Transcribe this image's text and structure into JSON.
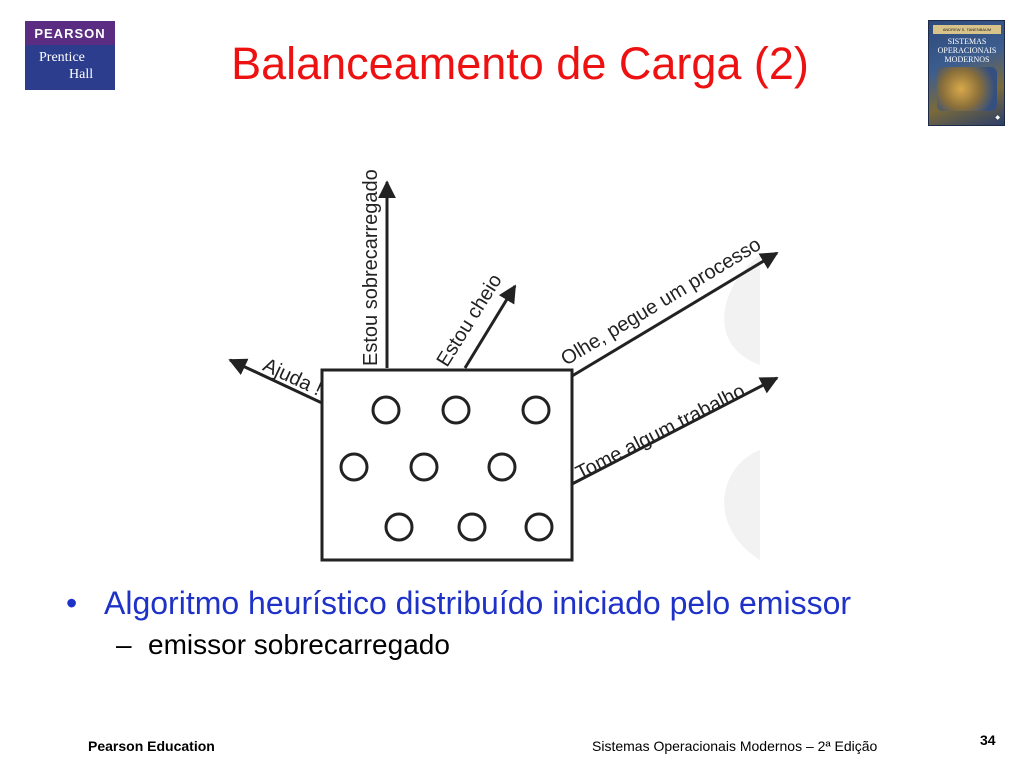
{
  "logo": {
    "brand": "PEARSON",
    "line1": "Prentice",
    "line2": "Hall"
  },
  "slide": {
    "title": "Balanceamento de Carga (2)"
  },
  "book_cover": {
    "author": "ANDREW S. TANENBAUM",
    "title_lines": [
      "SISTEMAS",
      "OPERACIONAIS",
      "MODERNOS"
    ]
  },
  "diagram": {
    "labels": {
      "ajuda": "Ajuda !",
      "sobrecarregado": "Estou sobrecarregado",
      "cheio": "Estou cheio",
      "pegue": "Olhe, pegue um processo",
      "tome": "Tome algum trabalho"
    },
    "process_count": 9
  },
  "bullets": {
    "main": "Algoritmo heurístico distribuído iniciado pelo emissor",
    "main_marker": "•",
    "sub": "emissor sobrecarregado",
    "sub_marker": "–"
  },
  "footer": {
    "left": "Pearson Education",
    "right": "Sistemas Operacionais Modernos – 2ª Edição",
    "page": "34"
  },
  "colors": {
    "title": "#ee1111",
    "bullet": "#1f32c8",
    "diagram": "#222222"
  }
}
